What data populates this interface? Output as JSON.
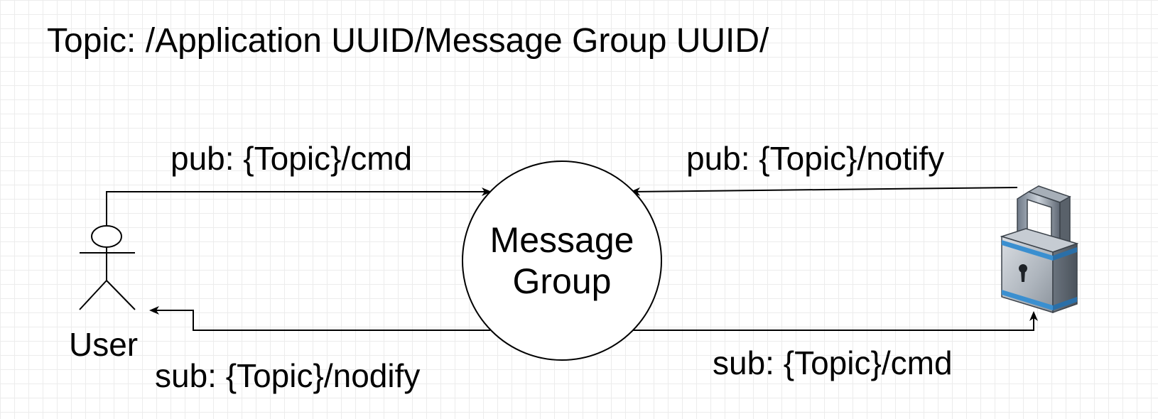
{
  "title": "Topic: /Application UUID/Message Group UUID/",
  "nodes": {
    "user": {
      "label": "User",
      "icon": "actor-icon"
    },
    "message_group": {
      "label_line1": "Message",
      "label_line2": "Group"
    },
    "lock": {
      "icon": "padlock-icon"
    }
  },
  "edges": {
    "user_pub": "pub: {Topic}/cmd",
    "user_sub": "sub: {Topic}/nodify",
    "lock_pub": "pub: {Topic}/notify",
    "lock_sub": "sub: {Topic}/cmd"
  },
  "colors": {
    "stroke": "#000000",
    "grid": "#ececec",
    "lock_stripe": "#3a8fd0"
  }
}
